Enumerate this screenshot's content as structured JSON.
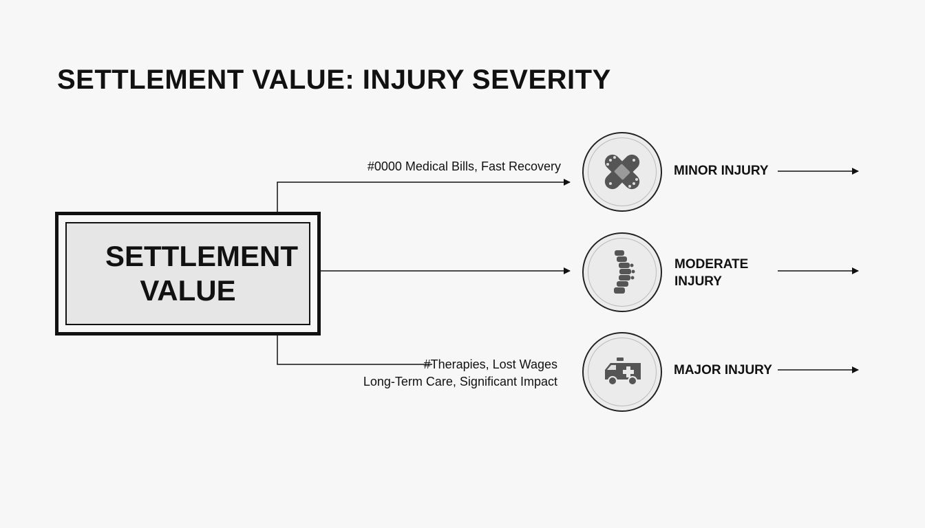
{
  "title": "SETTLEMENT VALUE: INJURY SEVERITY",
  "center": {
    "label_line1": "SETTLEMENT",
    "label_line2": "VALUE"
  },
  "branches": [
    {
      "annotation_line1": "#0000 Medical Bills, Fast Recovery",
      "annotation_line2": "",
      "label_line1": "MINOR INJURY",
      "label_line2": "",
      "icon": "bandage-icon"
    },
    {
      "annotation_line1": "",
      "annotation_line2": "",
      "label_line1": "MODERATE",
      "label_line2": "INJURY",
      "icon": "spine-icon"
    },
    {
      "annotation_line1": "#Therapies, Lost Wages",
      "annotation_line2": "Long-Term Care, Significant Impact",
      "label_line1": "MAJOR INJURY",
      "label_line2": "",
      "icon": "ambulance-icon"
    }
  ],
  "colors": {
    "ink": "#111111",
    "icon": "#555555",
    "box_fill": "#e6e6e6",
    "background": "#f7f7f7"
  }
}
